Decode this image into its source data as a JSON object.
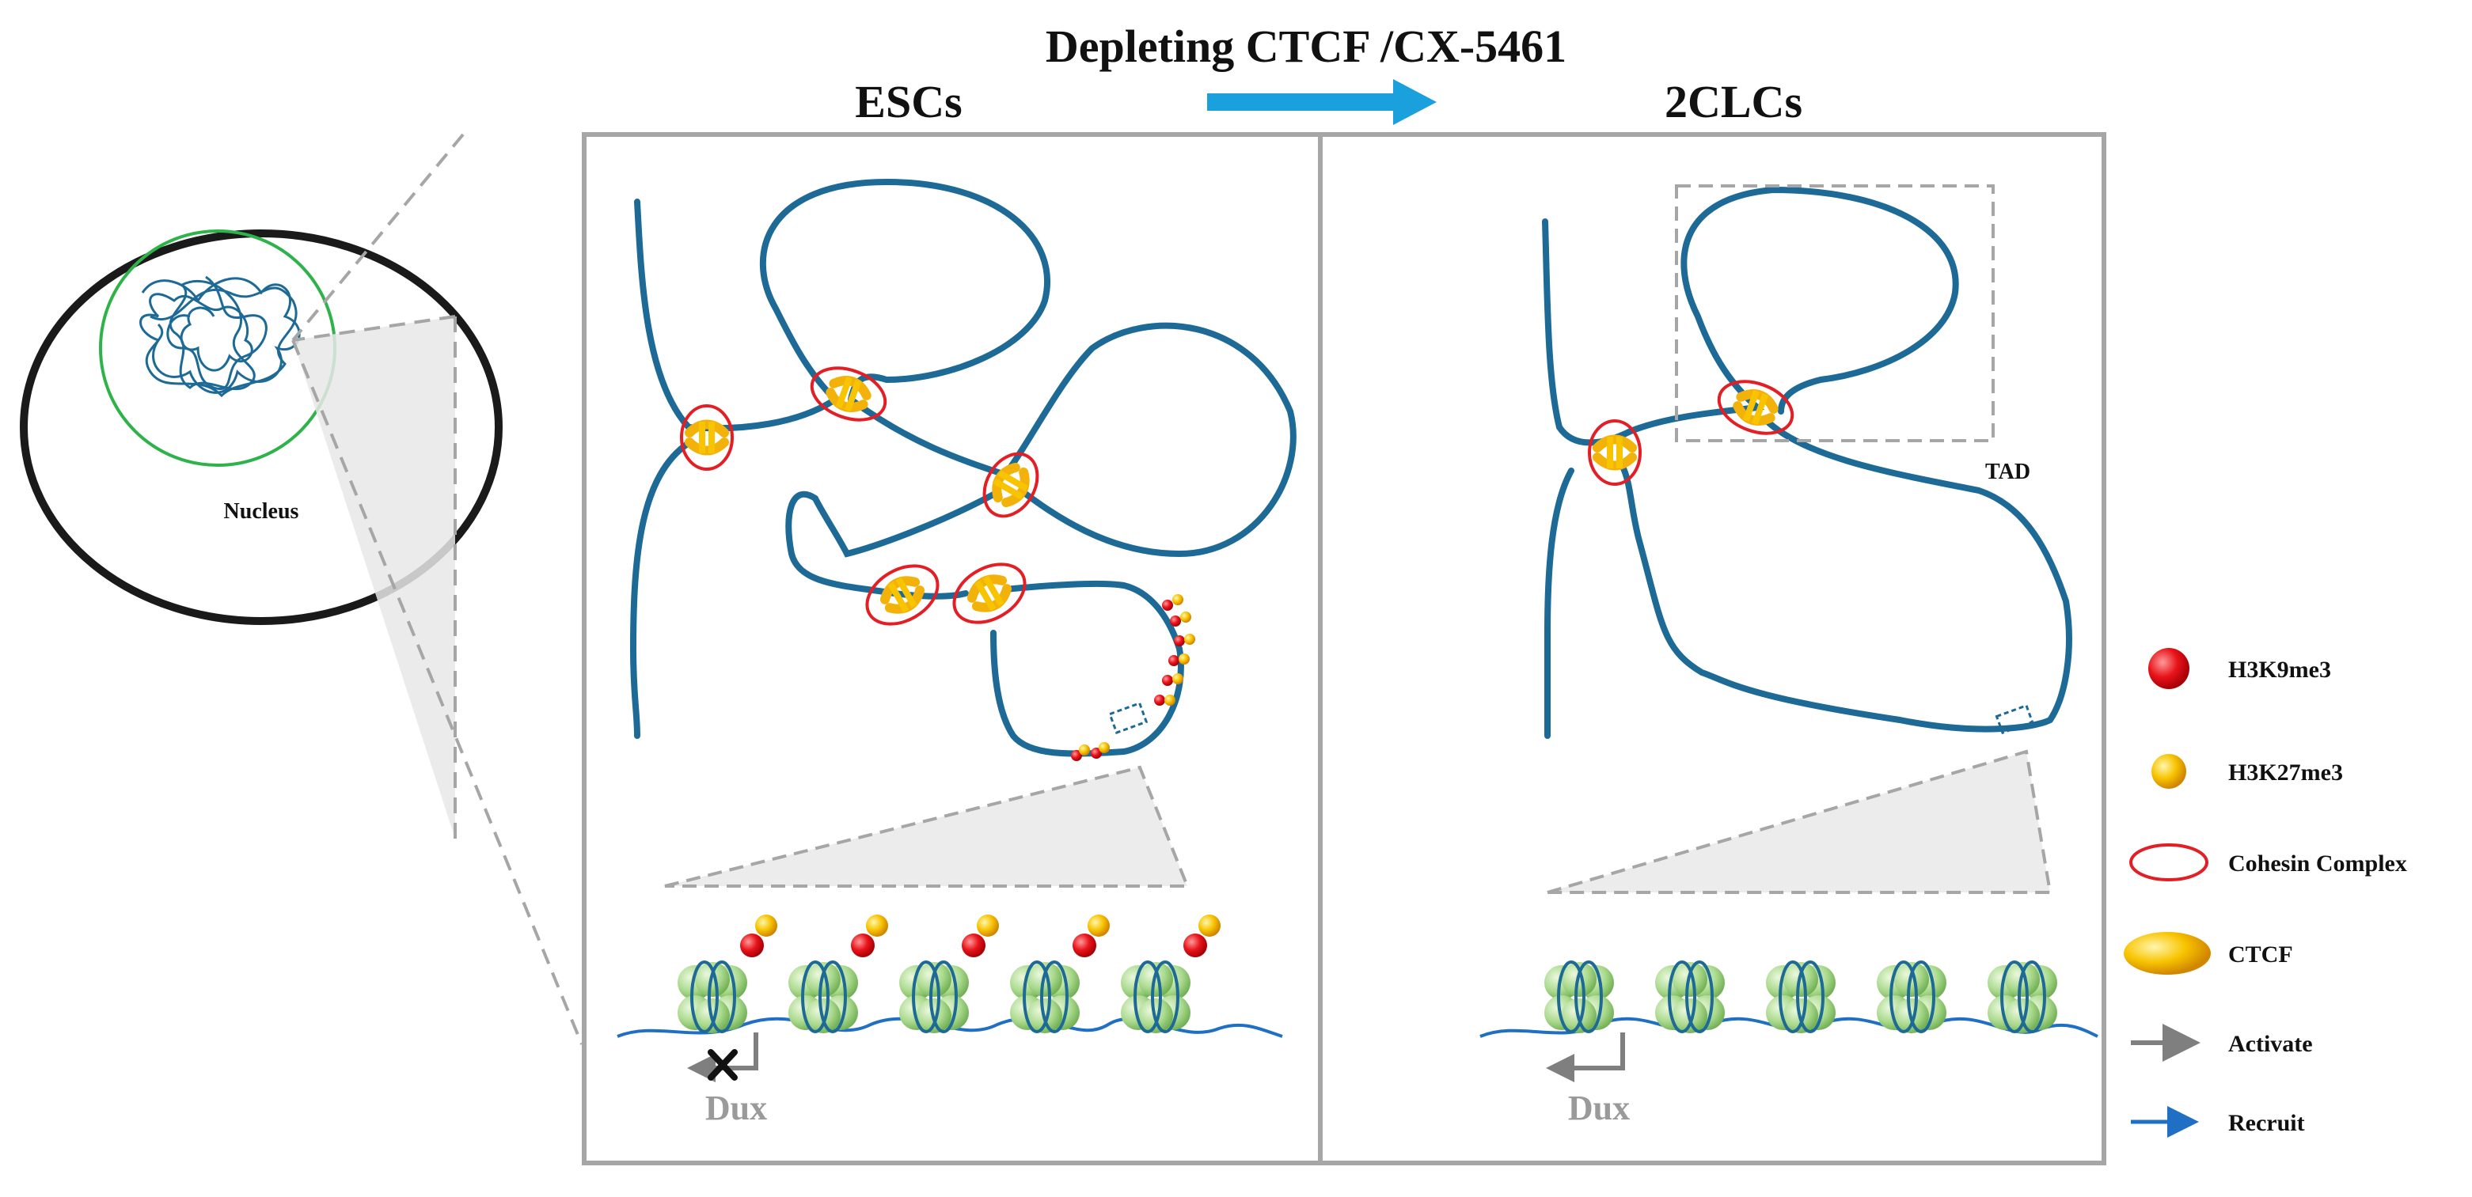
{
  "title": "Depleting CTCF /CX-5461",
  "panels": {
    "left": "ESCs",
    "right": "2CLCs"
  },
  "nucleus_label": "Nucleus",
  "tad_label": "TAD",
  "gene_label": "Dux",
  "legend": [
    {
      "id": "h3k9me3",
      "label": "H3K9me3",
      "icon": "red-sphere-icon",
      "color": "#e8141a"
    },
    {
      "id": "h3k27me3",
      "label": "H3K27me3",
      "icon": "yellow-sphere-icon",
      "color": "#f5b400"
    },
    {
      "id": "cohesin",
      "label": "Cohesin Complex",
      "icon": "red-ring-icon",
      "color": "#e31e24"
    },
    {
      "id": "ctcf",
      "label": "CTCF",
      "icon": "yellow-oval-icon",
      "color": "#f2b20a"
    },
    {
      "id": "activate",
      "label": "Activate",
      "icon": "gray-arrow-icon",
      "color": "#7f7f7f"
    },
    {
      "id": "recruit",
      "label": "Recruit",
      "icon": "blue-arrow-icon",
      "color": "#1f6fc4"
    }
  ],
  "colors": {
    "chromatin": "#1e6a96",
    "panel_border": "#a6a6a6",
    "arrow": "#1aa0dc",
    "nucleus_ring": "#2db34a"
  }
}
